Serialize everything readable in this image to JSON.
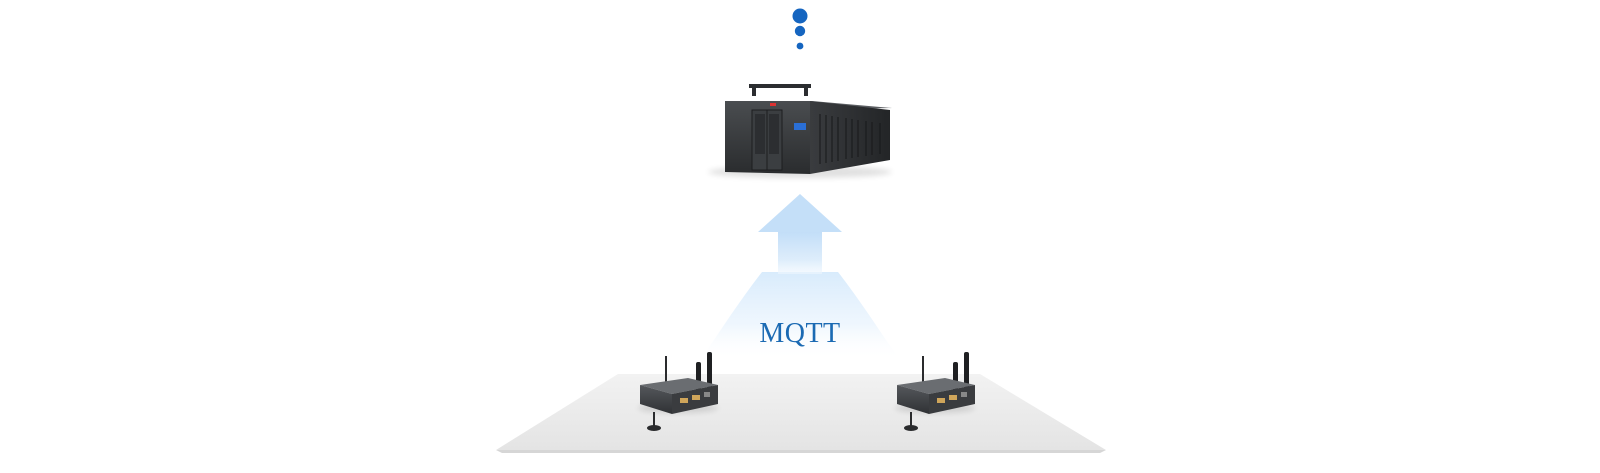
{
  "diagram": {
    "protocol_label": "MQTT",
    "nodes": [
      {
        "id": "cloud-dots",
        "kind": "ellipsis-dots",
        "icon": "vertical-dots-icon"
      },
      {
        "id": "data-center",
        "kind": "server-room",
        "icon": "data-center-icon"
      },
      {
        "id": "gateway-left",
        "kind": "iot-gateway",
        "icon": "router-icon"
      },
      {
        "id": "gateway-right",
        "kind": "iot-gateway",
        "icon": "router-icon"
      }
    ],
    "flow": {
      "direction": "up",
      "icon": "upload-arrow-icon"
    },
    "colors": {
      "accent": "#1565c0",
      "label": "#1b6ab3",
      "arrow_top": "#cfe6fb",
      "platform": "#e9e9e9",
      "device": "#3c3f42"
    }
  }
}
